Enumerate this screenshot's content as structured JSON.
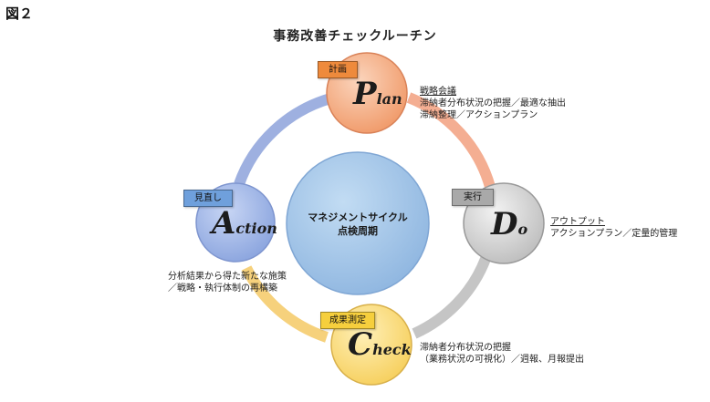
{
  "figure_label": "図２",
  "title": "事務改善チェックルーチン",
  "center": {
    "line1": "マネジメントサイクル",
    "line2": "点検周期"
  },
  "plan": {
    "cap": "P",
    "rest": "lan",
    "tag": "計画",
    "tag_color": "#ee8a3c",
    "circle_color": "#f3a07a"
  },
  "do": {
    "cap": "D",
    "rest": "o",
    "tag": "実行",
    "tag_color": "#a9a9a9",
    "circle_color": "#c9c9c9"
  },
  "check": {
    "cap": "C",
    "rest": "heck",
    "tag": "成果測定",
    "tag_color": "#f6cf3d",
    "circle_color": "#f8d77e"
  },
  "action": {
    "cap": "A",
    "rest": "ction",
    "tag": "見直し",
    "tag_color": "#6fa0dc",
    "circle_color": "#93aee4"
  },
  "plan_note": {
    "head": "戦略会議",
    "line1": "滞納者分布状況の把握／最適な抽出",
    "line2": "滞納整理／アクションプラン"
  },
  "do_note": {
    "head": "アウトプット",
    "line1": "アクションプラン／定量的管理"
  },
  "check_note": {
    "line1": "滞納者分布状況の把握",
    "line2": "（業務状況の可視化）／週報、月報提出"
  },
  "action_note": {
    "line1": "分析結果から得た新たな施策",
    "line2": "／戦略・執行体制の再構築"
  }
}
